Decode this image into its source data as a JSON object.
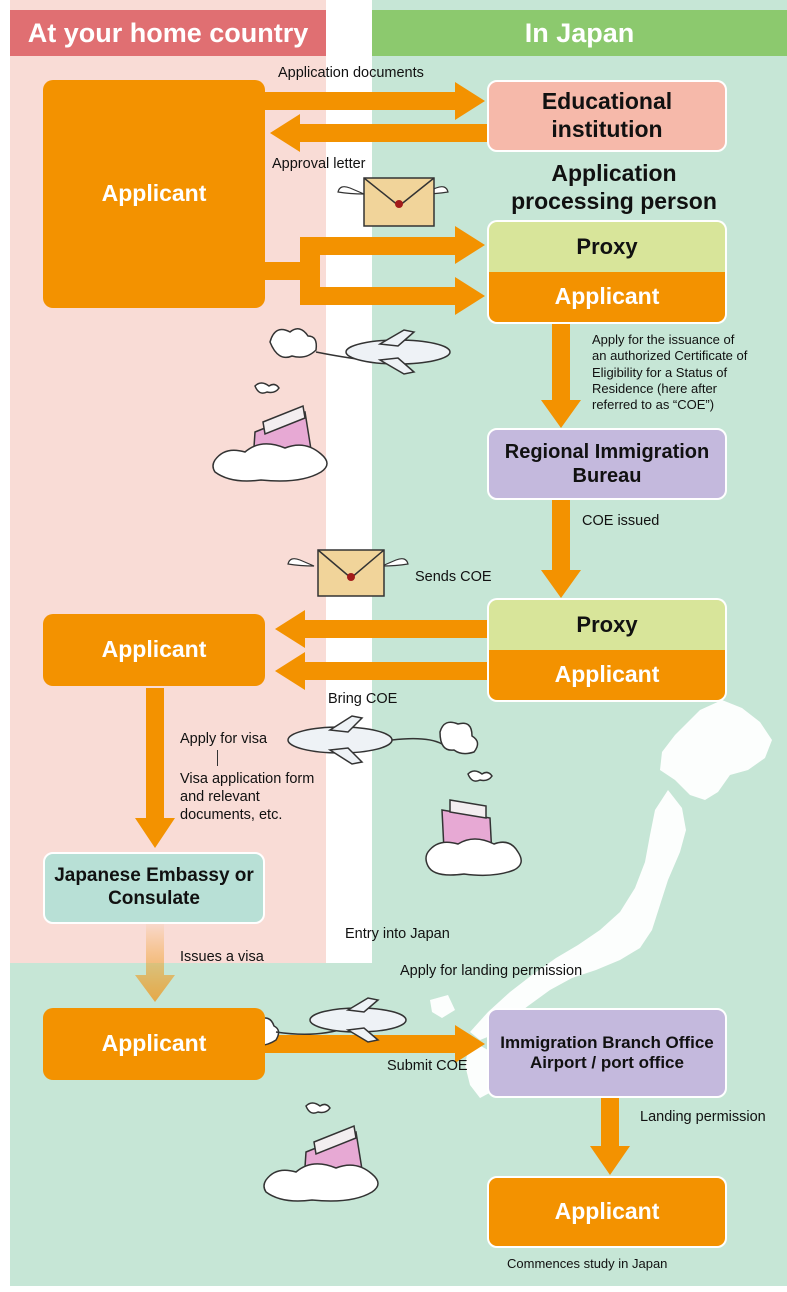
{
  "headers": {
    "left": "At your home country",
    "right": "In Japan"
  },
  "boxes": {
    "applicant_main": "Applicant",
    "educational_institution": "Educational institution",
    "application_processing_person": "Application processing person",
    "proxy_1": "Proxy",
    "applicant_1": "Applicant",
    "regional_bureau": "Regional Immigration Bureau",
    "proxy_2": "Proxy",
    "applicant_2": "Applicant",
    "applicant_left_2": "Applicant",
    "embassy": "Japanese Embassy or Consulate",
    "applicant_left_3": "Applicant",
    "branch_office": "Immigration Branch Office Airport / port office",
    "applicant_final": "Applicant"
  },
  "labels": {
    "application_documents": "Application documents",
    "approval_letter": "Approval letter",
    "apply_coe": "Apply for the issuance of an authorized Certificate of Eligibility for a Status of Residence (here after referred to as “COE”)",
    "coe_issued": "COE issued",
    "sends_coe": "Sends COE",
    "bring_coe": "Bring COE",
    "apply_visa": "Apply for visa",
    "visa_docs": "Visa application form and relevant documents, etc.",
    "issues_visa": "Issues a visa",
    "entry_japan": "Entry into Japan",
    "apply_landing": "Apply for landing permission",
    "submit_coe": "Submit COE",
    "landing_permission": "Landing permission",
    "commences_study": "Commences study in Japan"
  },
  "colors": {
    "orange": "#f39200",
    "home_header": "#e06f72",
    "japan_header": "#8cc96e",
    "home_bg": "#f9dcd6",
    "japan_bg": "#c6e6d6",
    "educational": "#f6b9aa",
    "proxy": "#d8e59a",
    "bureau": "#c4b9dd",
    "embassy": "#b8e0d6"
  },
  "icons": [
    "envelope-with-wings-icon",
    "airplane-icon",
    "ship-icon",
    "japan-map-icon"
  ]
}
